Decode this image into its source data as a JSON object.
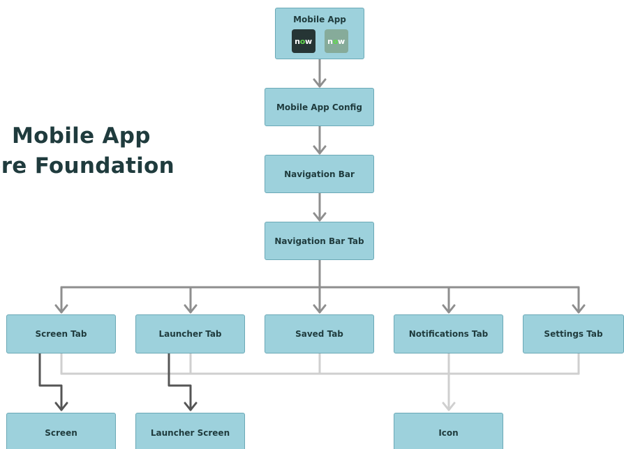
{
  "heading": {
    "line1": "Mobile App",
    "line2": "ore Foundation"
  },
  "nodes": {
    "mobile_app": {
      "label": "Mobile App",
      "logo_dark": "now",
      "logo_light": "now"
    },
    "mobile_app_config": {
      "label": "Mobile App Config"
    },
    "navigation_bar": {
      "label": "Navigation Bar"
    },
    "navigation_bar_tab": {
      "label": "Navigation Bar Tab"
    },
    "tabs": [
      {
        "label": "Screen Tab"
      },
      {
        "label": "Launcher Tab"
      },
      {
        "label": "Saved Tab"
      },
      {
        "label": "Notifications Tab"
      },
      {
        "label": "Settings Tab"
      }
    ],
    "screen": {
      "label": "Screen"
    },
    "launcher_screen": {
      "label": "Launcher Screen"
    },
    "icon": {
      "label": "Icon"
    }
  },
  "colors": {
    "node_fill": "#9dd1dc",
    "node_border": "#6aa8b6",
    "text": "#1f3b3d",
    "connector_main": "#8e8e8e",
    "connector_dark": "#555555",
    "connector_light": "#cfcfcf",
    "logo_dark_bg": "#263535",
    "logo_light_bg": "#86ab9a",
    "logo_accent": "#62d84e"
  },
  "icons": {
    "logo": "now-logo-icon"
  }
}
